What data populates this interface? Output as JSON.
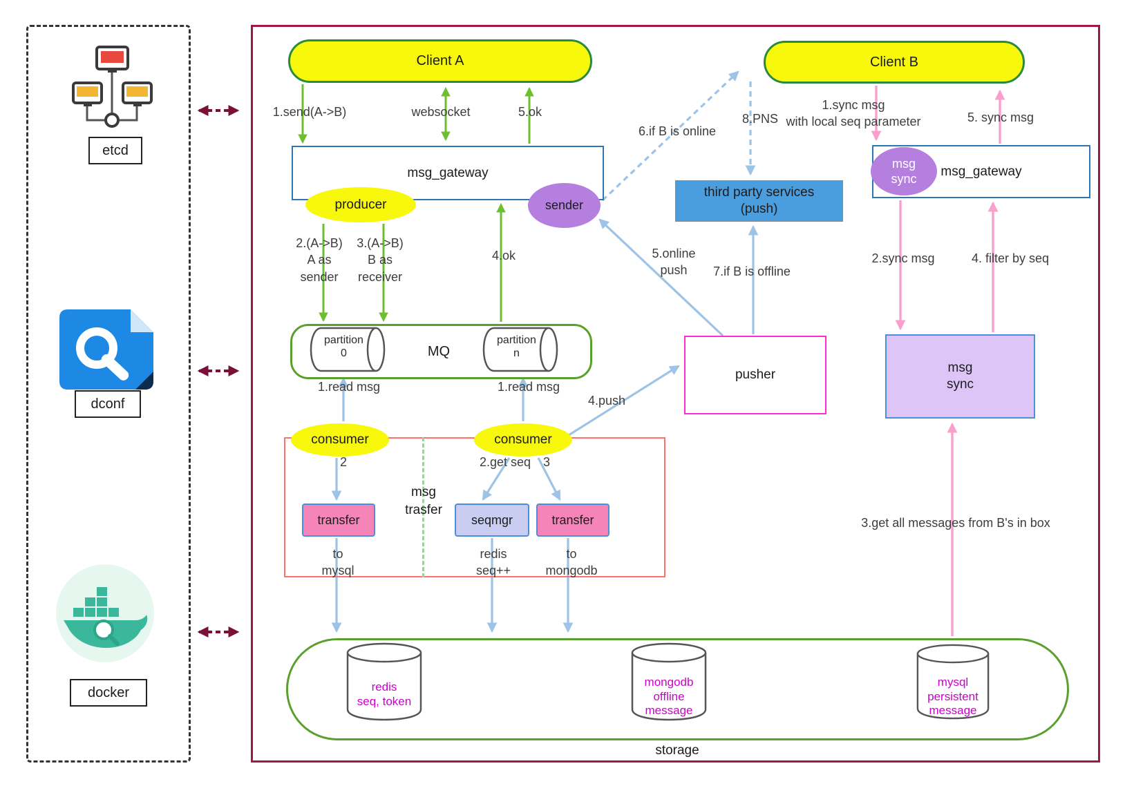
{
  "colors": {
    "main_border": "#9e1748",
    "panel_border": "#333333",
    "node_yellow": "#f8f80c",
    "pill_border_green": "#2b8a3e",
    "container_green": "#5aa02c",
    "gateway_border_blue": "#2e75b6",
    "third_party_blue": "#4a9ede",
    "purple_ellipse": "#b57fe0",
    "msg_sync_fill": "#ddc6f7",
    "transfer_pink": "#f585b8",
    "seqmgr_lavender": "#c9cdf2",
    "pusher_border_magenta": "#ff2ad4",
    "red_group_border": "#ff7168",
    "arrow_green": "#6cbf2f",
    "arrow_blue": "#9dc3e6",
    "arrow_pink": "#fb9fce",
    "arrow_maroon": "#7a1038",
    "db_text_magenta": "#cc00cc"
  },
  "left_panel": {
    "etcd_label": "etcd",
    "dconf_label": "dconf",
    "docker_label": "docker"
  },
  "nodes": {
    "client_a": "Client A",
    "client_b": "Client B",
    "gateway_left": "msg_gateway",
    "gateway_right": "msg_gateway",
    "producer": "producer",
    "sender": "sender",
    "third_party": "third party services\n(push)",
    "msg_sync_ellipse": "msg\nsync",
    "mq": "MQ",
    "partition_0": "partition\n0",
    "partition_n": "partition\nn",
    "pusher": "pusher",
    "msg_sync_box": "msg\nsync",
    "consumer_left": "consumer",
    "consumer_right": "consumer",
    "transfer_left": "transfer",
    "seqmgr": "seqmgr",
    "transfer_right": "transfer",
    "msg_trasfer_group": "msg\ntrasfer",
    "redis_db": "redis\nseq, token",
    "mongodb_db": "mongodb\noffline\nmessage",
    "mysql_db": "mysql\npersistent\nmessage",
    "storage": "storage"
  },
  "labels": {
    "send_ab": "1.send(A->B)",
    "websocket": "websocket",
    "ok_5": "5.ok",
    "a_as_sender": "2.(A->B)\nA as\nsender",
    "b_as_receiver": "3.(A->B)\nB as\nreceiver",
    "ok_4": "4.ok",
    "if_b_online": "6.if B is online",
    "pns": "8.PNS",
    "online_push": "5.online\npush",
    "if_b_offline": "7.if B is offline",
    "sync_msg_1": "1.sync msg\nwith local seq parameter",
    "sync_msg_5": "5. sync msg",
    "sync_msg_2": "2.sync msg",
    "filter_by_seq": "4. filter by seq",
    "read_msg_left": "1.read msg",
    "read_msg_right": "1.read msg",
    "push_4": "4.push",
    "step_2": "2",
    "get_seq": "2.get seq",
    "step_3": "3",
    "to_mysql": "to\nmysql",
    "redis_seq_inc": "redis\nseq++",
    "to_mongodb": "to\nmongodb",
    "get_all_messages": "3.get all messages from B's in box"
  }
}
